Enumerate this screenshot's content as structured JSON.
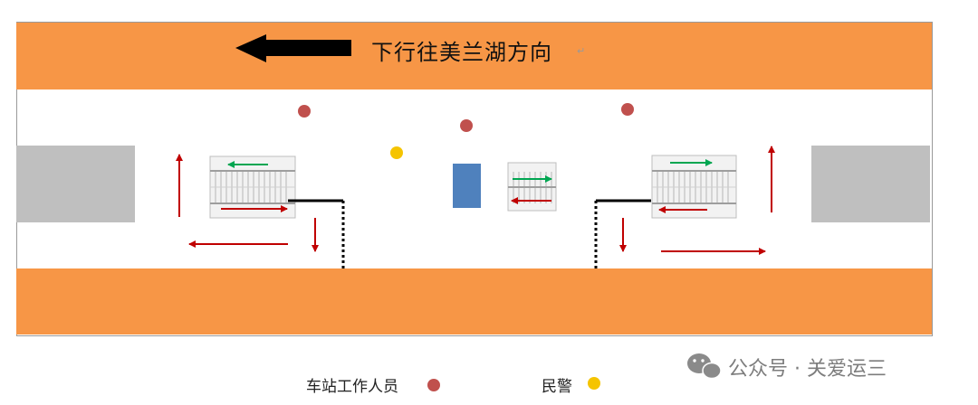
{
  "direction_label": "下行往美兰湖方向",
  "legend": {
    "staff_label": "车站工作人员",
    "police_label": "民警",
    "staff_color": "#c0504d",
    "police_color": "#f5c400"
  },
  "watermark": "公众号 · 关爱运三",
  "colors": {
    "platform_band": "#f79646",
    "flow_arrow": "#c00000",
    "escalator_arrow_green": "#00a651",
    "gate_block": "#4f81bd",
    "direction_arrow": "#000000"
  }
}
